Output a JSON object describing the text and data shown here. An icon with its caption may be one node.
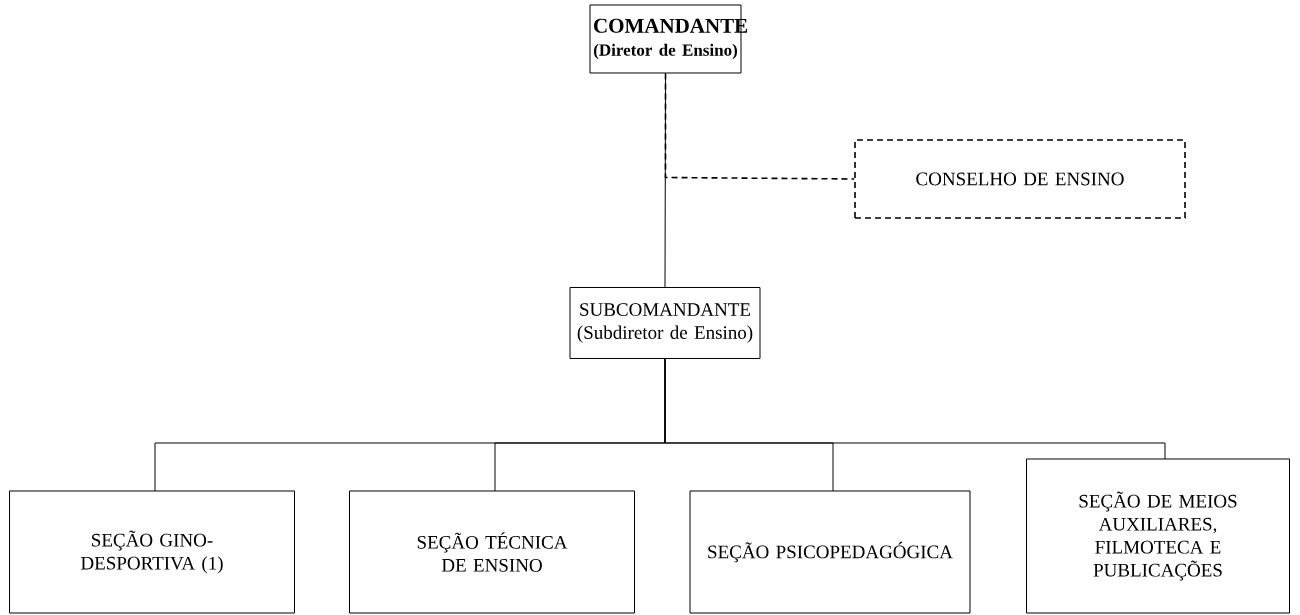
{
  "diagram": {
    "nodes": [
      {
        "text": [
          "COMANDANTE",
          "(Diretor de Ensino)"
        ]
      },
      {
        "text": [
          "CONSELHO DE ENSINO"
        ]
      },
      {
        "text": [
          "SUBCOMANDANTE",
          "(Subdiretor de Ensino)"
        ]
      },
      {
        "text": [
          "SEÇÃO GINO-DESPORTIVA (1)"
        ]
      },
      {
        "text": [
          "SEÇÃO TÉCNICA DE ENSINO"
        ]
      },
      {
        "text": [
          "SEÇÃO PSICOPEDAGÓGICA"
        ]
      },
      {
        "text": [
          "SEÇÃO DE MEIOS AUXILIARES, FILMOTECA E PUBLICAÇÕES"
        ]
      }
    ],
    "edges": [
      {
        "from": 0,
        "to": 2,
        "arrow": "none"
      },
      {
        "from": 0,
        "to": 1,
        "arrow": "none",
        "style": "dashed"
      },
      {
        "from": 2,
        "to": 3,
        "arrow": "none"
      },
      {
        "from": 2,
        "to": 4,
        "arrow": "none"
      },
      {
        "from": 2,
        "to": 5,
        "arrow": "none"
      },
      {
        "from": 2,
        "to": 6,
        "arrow": "none"
      }
    ]
  }
}
